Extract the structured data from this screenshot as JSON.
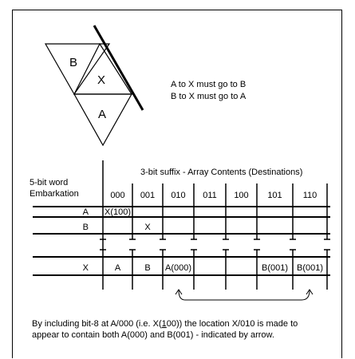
{
  "triangles": {
    "top_left_letter": "B",
    "center_letter": "X",
    "bottom_letter": "A"
  },
  "rules": {
    "line1": "A to X must go to B",
    "line2": "B to X must go to A"
  },
  "table": {
    "row_header_line1": "5-bit word",
    "row_header_line2": "Embarkation",
    "suffix_title": "3-bit suffix - Array Contents (Destinations)",
    "columns": [
      "000",
      "001",
      "010",
      "011",
      "100",
      "101",
      "110"
    ],
    "upper_rows": [
      {
        "label": "A",
        "cells": [
          "X(100)",
          "",
          "",
          "",
          "",
          "",
          ""
        ]
      },
      {
        "label": "B",
        "cells": [
          "",
          "X",
          "",
          "",
          "",
          "",
          ""
        ]
      }
    ],
    "lower_row": {
      "label": "X",
      "cells": [
        "A",
        "B",
        "A(000)",
        "",
        "",
        "B(001)",
        "B(001)"
      ]
    }
  },
  "caption": {
    "line1_pre": "By including bit-8 at A/000 (i.e. X(",
    "line1_underlined": "1",
    "line1_post": "00)) the location X/010 is made to",
    "line2": "appear to contain both A(000) and B(001) - indicated by arrow."
  }
}
